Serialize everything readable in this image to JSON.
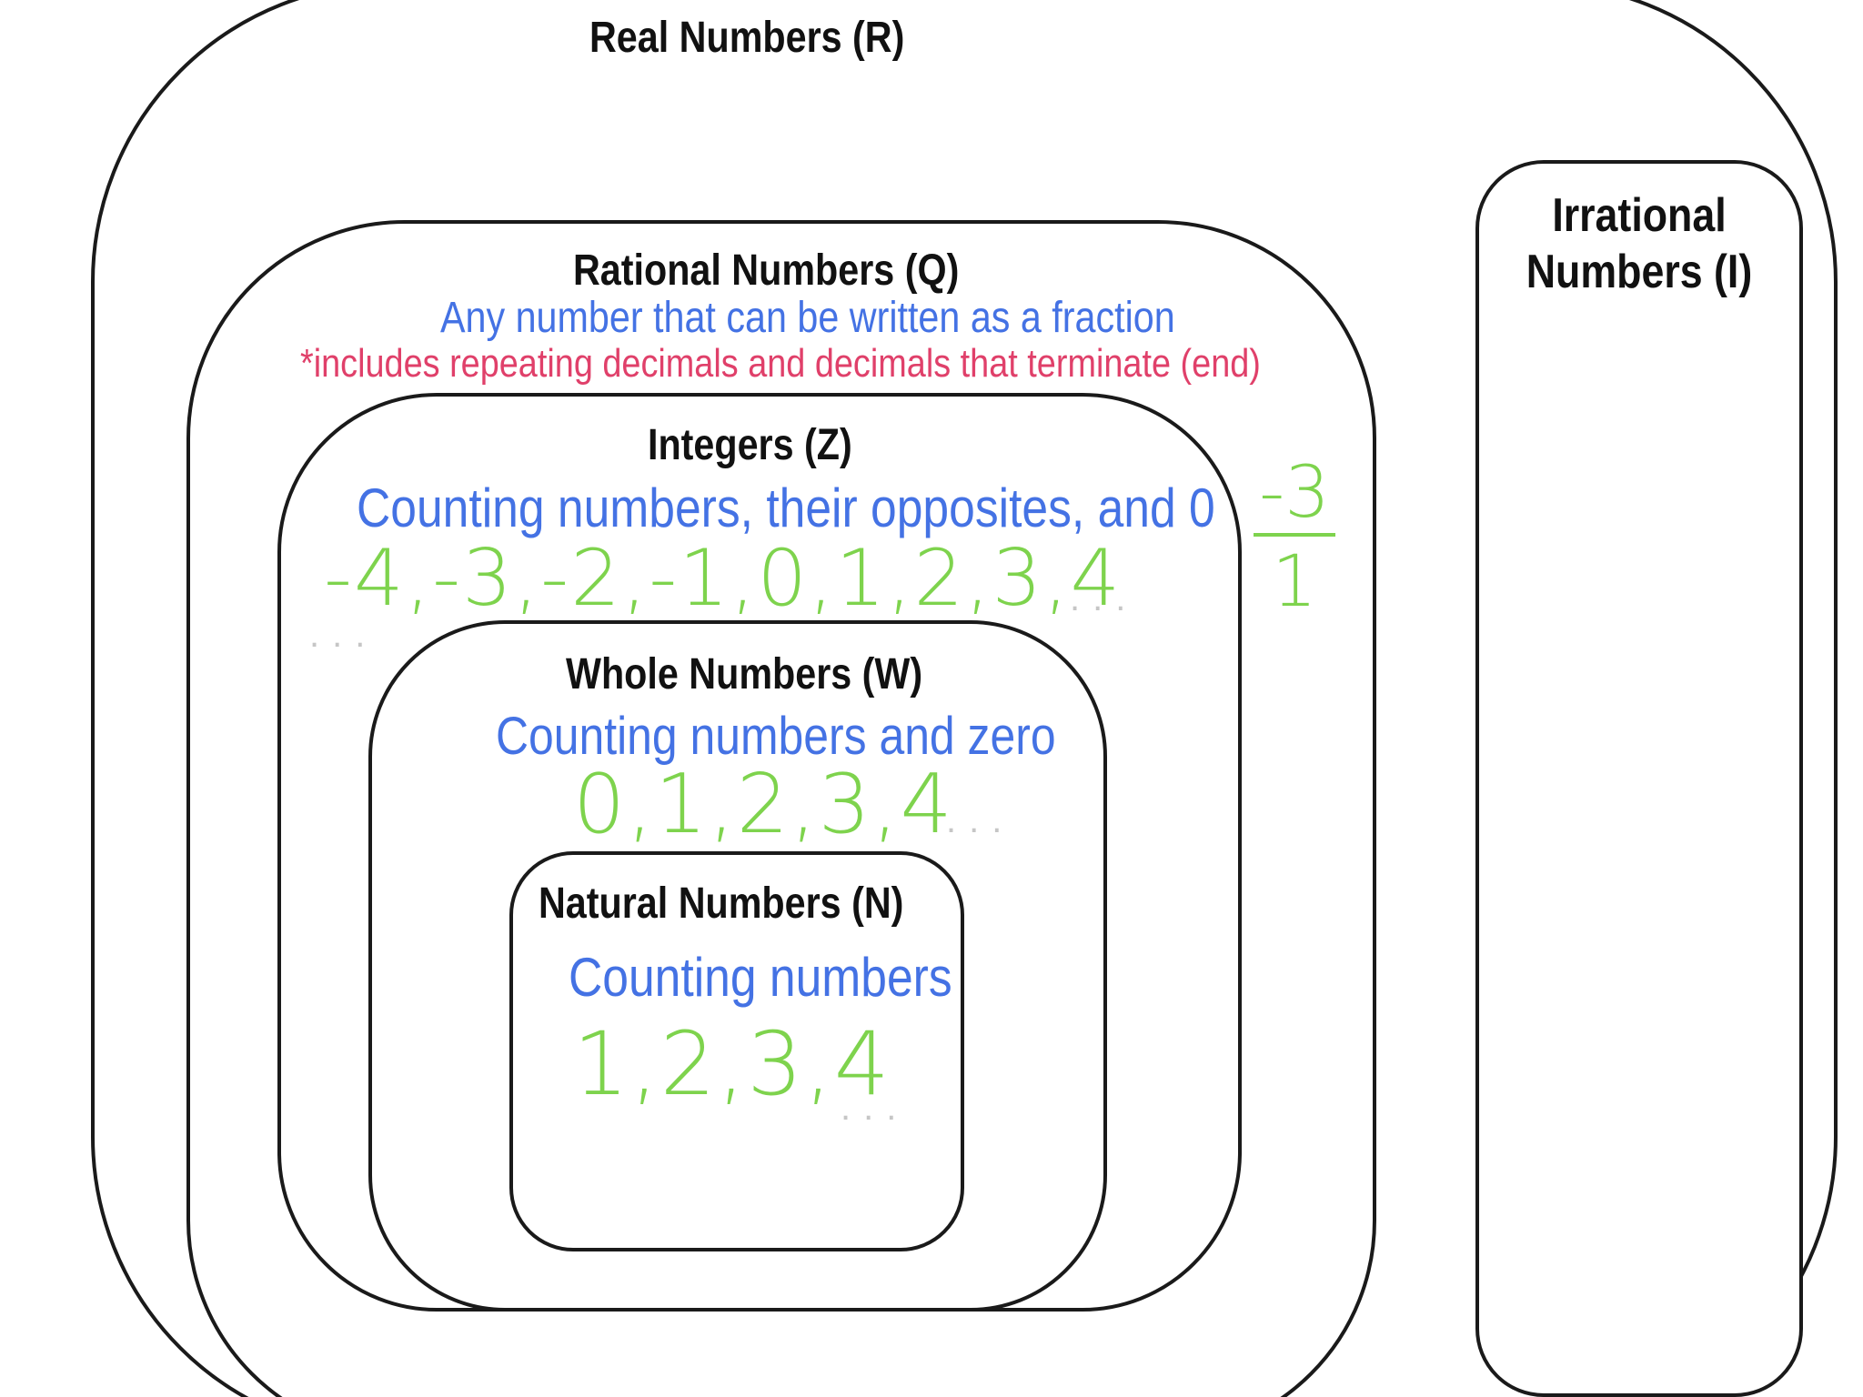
{
  "diagram": {
    "real": {
      "title": "Real Numbers (R)"
    },
    "rational": {
      "title": "Rational Numbers (Q)",
      "description": "Any number that can be written as a fraction",
      "note": "*includes repeating decimals and decimals that terminate (end)",
      "fraction_example": {
        "numerator": "-3",
        "denominator": "1"
      }
    },
    "integers": {
      "title": "Integers (Z)",
      "description": "Counting numbers, their opposites, and 0",
      "examples": "-4,-3,-2,-1,0,1,2,3,4"
    },
    "whole": {
      "title": "Whole Numbers (W)",
      "description": "Counting numbers and zero",
      "examples": "0,1,2,3,4"
    },
    "natural": {
      "title": "Natural Numbers (N)",
      "description": "Counting numbers",
      "examples": "1,2,3,4"
    },
    "irrational": {
      "title": "Irrational Numbers (I)"
    },
    "colors": {
      "outline": "#1a1a1a",
      "title_text": "#111111",
      "description_text": "#4472e4",
      "note_text": "#e0406a",
      "handwritten_examples": "#7ed34d",
      "continuation_dots": "#c6c6c6"
    }
  }
}
